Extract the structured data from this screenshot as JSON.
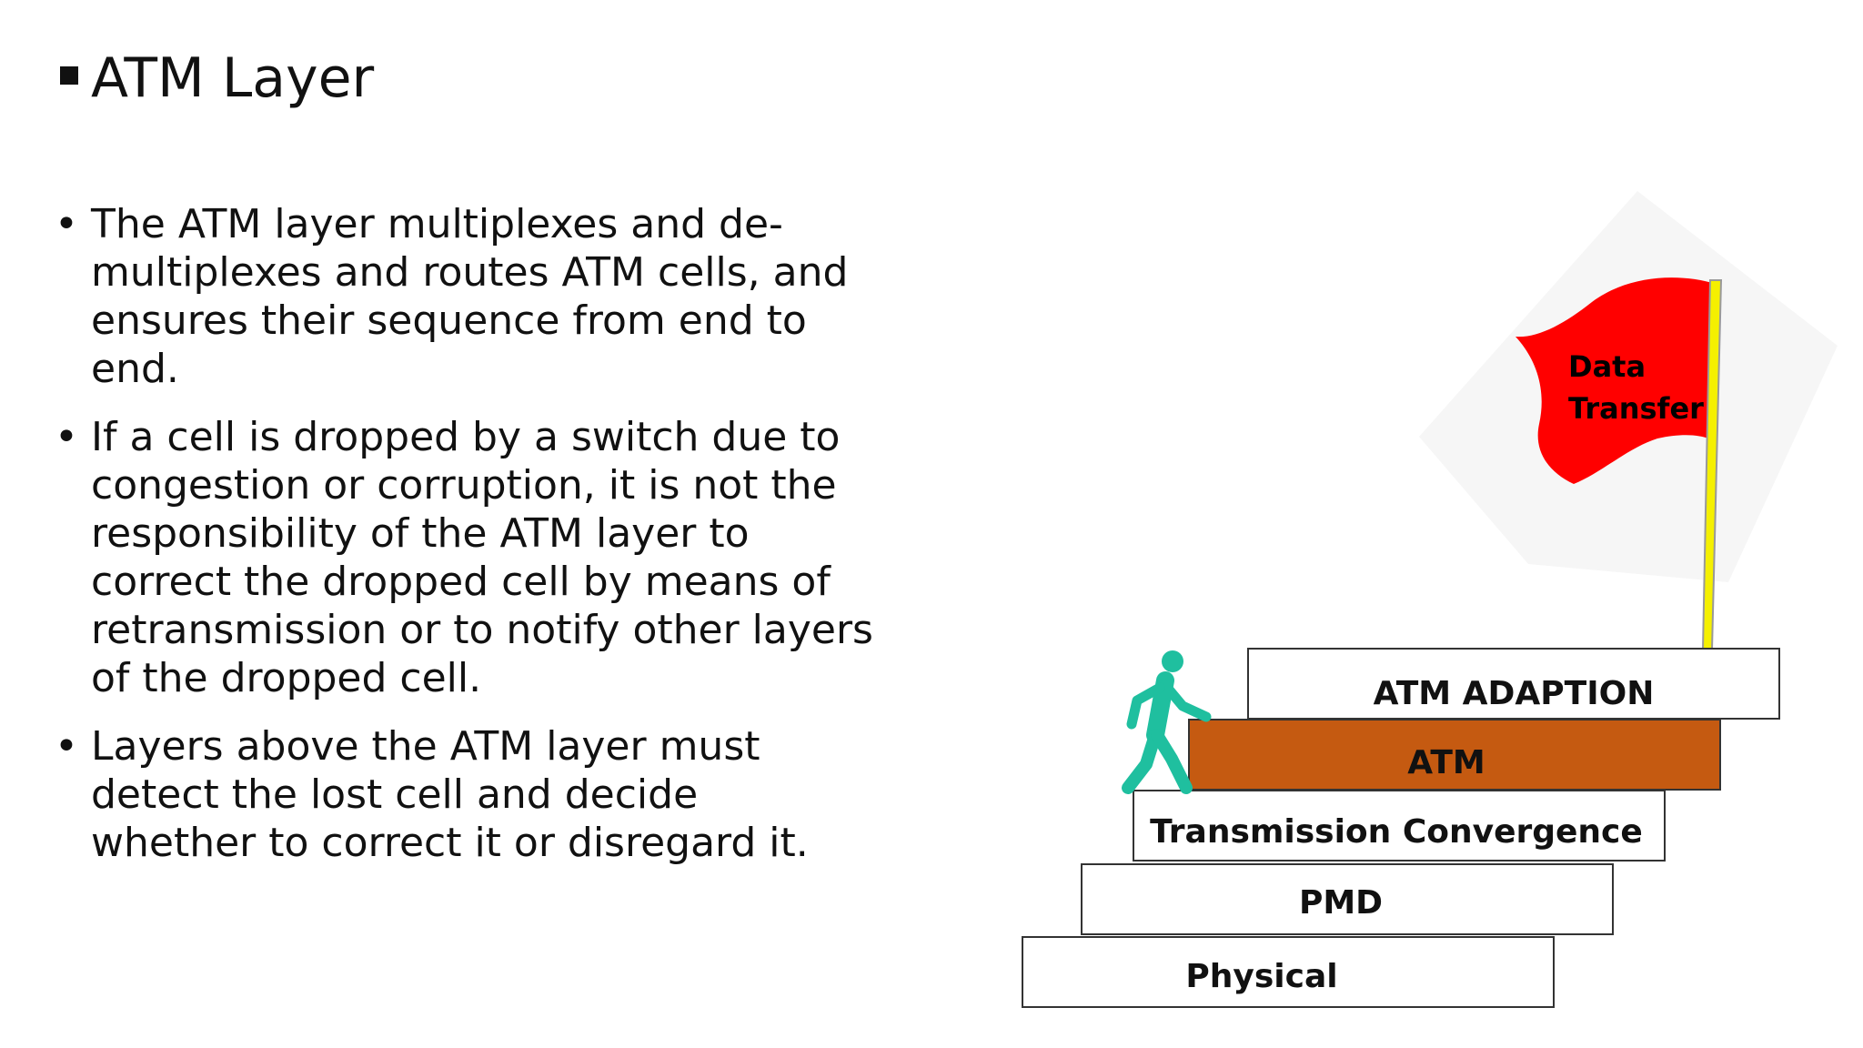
{
  "slide": {
    "title": "ATM Layer",
    "bullets": [
      {
        "text": "The ATM layer multiplexes and de-multiplexes and routes ATM cells, and ensures their sequence from end to end."
      },
      {
        "text": "If a cell is dropped by a switch due to congestion or corruption, it is not the responsibility of the ATM layer to correct the dropped cell by means of retransmission or to notify other layers of the dropped cell."
      },
      {
        "text": "Layers above the ATM layer must detect the lost cell and decide whether to correct it or disregard it."
      }
    ]
  },
  "diagram": {
    "flag": {
      "line1": "Data",
      "line2": "Transfer",
      "color": "#ff0000",
      "pole_color": "#f5f000"
    },
    "steps": [
      {
        "label": "ATM ADAPTION",
        "fill": "#ffffff"
      },
      {
        "label": "ATM",
        "fill": "#c55a11"
      },
      {
        "label": "Transmission Convergence",
        "fill": "#ffffff"
      },
      {
        "label": "PMD",
        "fill": "#ffffff"
      },
      {
        "label": "Physical",
        "fill": "#ffffff"
      }
    ],
    "figure_color": "#1fbf9f"
  }
}
